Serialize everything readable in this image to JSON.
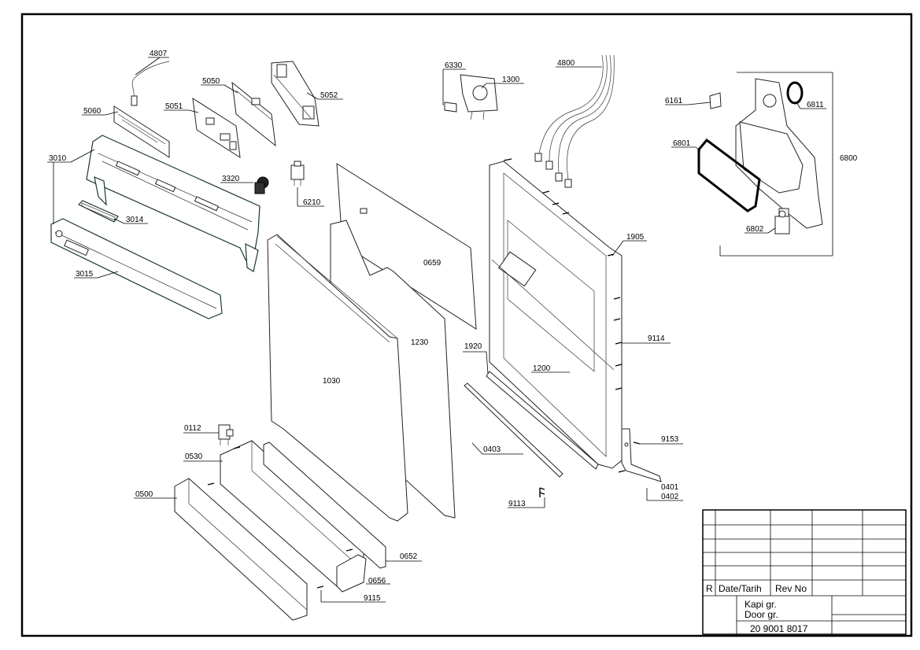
{
  "callouts": [
    {
      "id": "p4807",
      "text": "4807"
    },
    {
      "id": "p5050",
      "text": "5050"
    },
    {
      "id": "p5052",
      "text": "5052"
    },
    {
      "id": "p5051",
      "text": "5051"
    },
    {
      "id": "p5060",
      "text": "5060"
    },
    {
      "id": "p3010",
      "text": "3010"
    },
    {
      "id": "p3320",
      "text": "3320"
    },
    {
      "id": "p6210",
      "text": "6210"
    },
    {
      "id": "p3014",
      "text": "3014"
    },
    {
      "id": "p3015",
      "text": "3015"
    },
    {
      "id": "p6330",
      "text": "6330"
    },
    {
      "id": "p1300",
      "text": "1300"
    },
    {
      "id": "p4800",
      "text": "4800"
    },
    {
      "id": "p6161",
      "text": "6161"
    },
    {
      "id": "p6811",
      "text": "6811"
    },
    {
      "id": "p6801",
      "text": "6801"
    },
    {
      "id": "p6800",
      "text": "6800"
    },
    {
      "id": "p6802",
      "text": "6802"
    },
    {
      "id": "p1905",
      "text": "1905"
    },
    {
      "id": "p0659",
      "text": "0659"
    },
    {
      "id": "p1230",
      "text": "1230"
    },
    {
      "id": "p1030",
      "text": "1030"
    },
    {
      "id": "p1920",
      "text": "1920"
    },
    {
      "id": "p1200",
      "text": "1200"
    },
    {
      "id": "p9114",
      "text": "9114"
    },
    {
      "id": "p9153",
      "text": "9153"
    },
    {
      "id": "p0112",
      "text": "0112"
    },
    {
      "id": "p0530",
      "text": "0530"
    },
    {
      "id": "p0403",
      "text": "0403"
    },
    {
      "id": "p0401",
      "text": "0401"
    },
    {
      "id": "p0402",
      "text": "0402"
    },
    {
      "id": "p9113",
      "text": "9113"
    },
    {
      "id": "p0500",
      "text": "0500"
    },
    {
      "id": "p0652",
      "text": "0652"
    },
    {
      "id": "p0656",
      "text": "0656"
    },
    {
      "id": "p9115",
      "text": "9115"
    }
  ],
  "title_block": {
    "r_label": "R",
    "date_header": "Date/Tarih",
    "rev_header": "Rev No",
    "title_line1": "Kapi gr.",
    "title_line2": "Door gr.",
    "drawing_number": "20 9001 8017"
  }
}
